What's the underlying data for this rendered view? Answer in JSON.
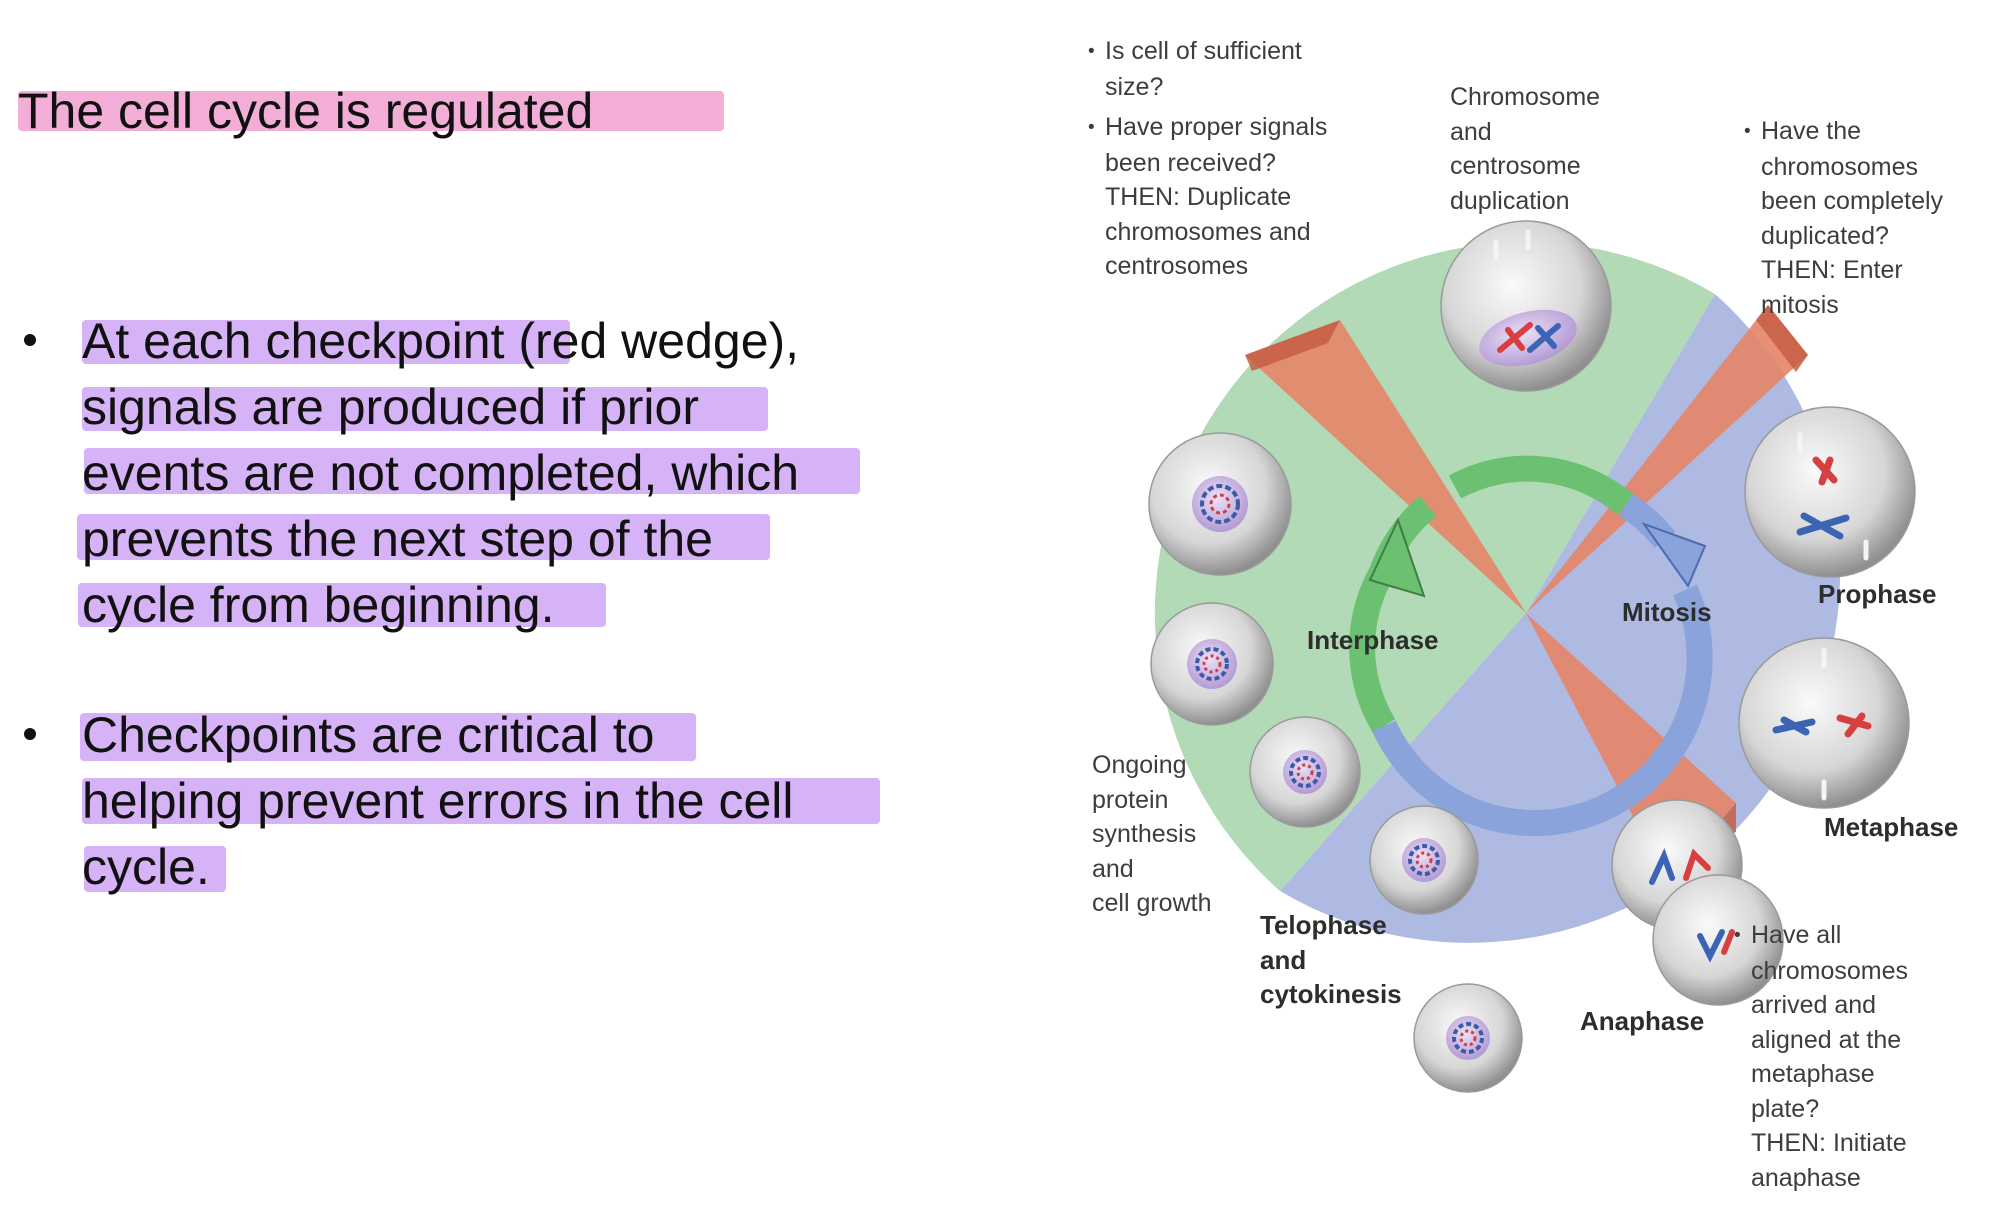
{
  "title": "The cell cycle is regulated",
  "bullets": [
    {
      "lines": [
        "At each checkpoint (red wedge),",
        "signals are produced if prior",
        "events are not completed, which",
        "prevents the next step of the",
        "cycle from beginning."
      ]
    },
    {
      "lines": [
        "Checkpoints are critical to",
        "helping prevent errors in the cell",
        "cycle."
      ]
    }
  ],
  "diagram": {
    "phases": {
      "interphase": "Interphase",
      "mitosis": "Mitosis",
      "prophase": "Prophase",
      "metaphase": "Metaphase",
      "anaphase": "Anaphase",
      "telophase": [
        "Telophase",
        "and",
        "cytokinesis"
      ]
    },
    "notes": {
      "g1_checkpoint": {
        "q1": [
          "Is cell of sufficient",
          "size?"
        ],
        "q2": [
          "Have proper signals",
          "been received?"
        ],
        "then": [
          "THEN: Duplicate",
          "chromosomes and",
          "centrosomes"
        ]
      },
      "duplication": [
        "Chromosome",
        "and",
        "centrosome",
        "duplication"
      ],
      "g2_checkpoint": {
        "q1": [
          "Have the",
          "chromosomes",
          "been completely",
          "duplicated?"
        ],
        "then": [
          "THEN: Enter",
          "mitosis"
        ]
      },
      "growth": [
        "Ongoing",
        "protein",
        "synthesis",
        "and",
        "cell growth"
      ],
      "m_checkpoint": {
        "q1": [
          "Have all",
          "chromosomes",
          "arrived and",
          "aligned at the",
          "metaphase",
          "plate?"
        ],
        "then": [
          "THEN: Initiate",
          "anaphase"
        ]
      }
    },
    "colors": {
      "interphase_fill": "#b2dab6",
      "mitosis_fill": "#aebae2",
      "checkpoint_wedge": "#e58467",
      "interphase_arrow": "#6cc072",
      "mitosis_arrow": "#8aa3da",
      "highlight_title": "#f2aed6",
      "highlight_text": "#d6b2f6"
    }
  }
}
